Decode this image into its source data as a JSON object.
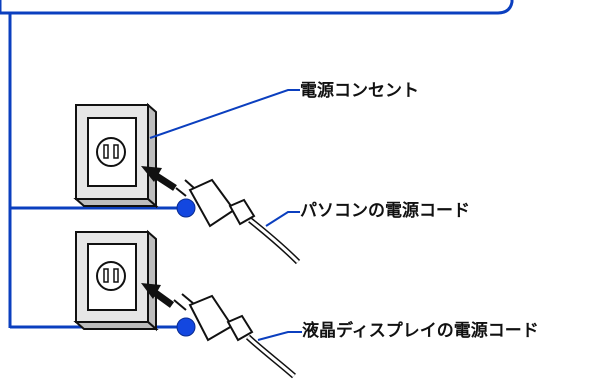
{
  "labels": {
    "outlet": "電源コンセント",
    "pc_cord": "パソコンの電源コード",
    "lcd_cord": "液晶ディスプレイの電源コード"
  },
  "colors": {
    "callout_line": "#0b3fbf",
    "bullet": "#1347e0",
    "plate_fill": "#e6e6e6",
    "outline": "#111111"
  }
}
